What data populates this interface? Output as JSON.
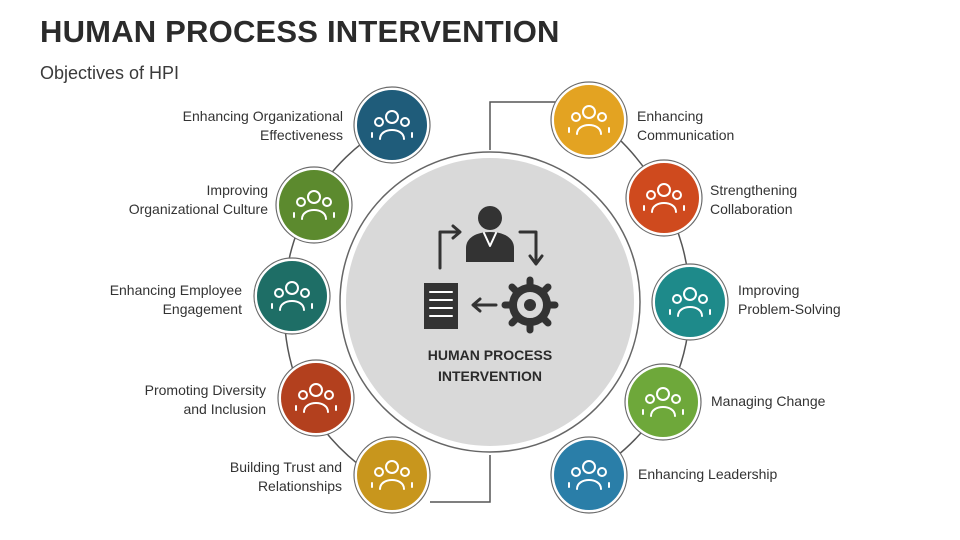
{
  "title": "HUMAN PROCESS INTERVENTION",
  "subtitle": "Objectives of HPI",
  "center": {
    "line1": "HUMAN PROCESS",
    "line2": "INTERVENTION"
  },
  "left_items": [
    {
      "line1": "Enhancing Organizational",
      "line2": "Effectiveness",
      "color": "#1f5c7a",
      "icon": "people-growth-icon"
    },
    {
      "line1": "Improving",
      "line2": "Organizational Culture",
      "color": "#5c8a2e",
      "icon": "culture-building-icon"
    },
    {
      "line1": "Enhancing Employee",
      "line2": "Engagement",
      "color": "#1e6e66",
      "icon": "team-engagement-icon"
    },
    {
      "line1": "Promoting Diversity",
      "line2": "and Inclusion",
      "color": "#b3401e",
      "icon": "diversity-network-icon"
    },
    {
      "line1": "Building Trust and",
      "line2": "Relationships",
      "color": "#c8961d",
      "icon": "handshake-icon"
    }
  ],
  "right_items": [
    {
      "line1": "Enhancing",
      "line2": "Communication",
      "color": "#e3a322",
      "icon": "communication-icon"
    },
    {
      "line1": "Strengthening",
      "line2": "Collaboration",
      "color": "#cf4a1e",
      "icon": "puzzle-hands-icon"
    },
    {
      "line1": "Improving",
      "line2": "Problem-Solving",
      "color": "#1e8a8a",
      "icon": "bulb-puzzle-icon"
    },
    {
      "line1": "Managing Change",
      "line2": "",
      "color": "#6ea83a",
      "icon": "change-gear-icon"
    },
    {
      "line1": "Enhancing Leadership",
      "line2": "",
      "color": "#2a7ea8",
      "icon": "leadership-stairs-icon"
    }
  ]
}
